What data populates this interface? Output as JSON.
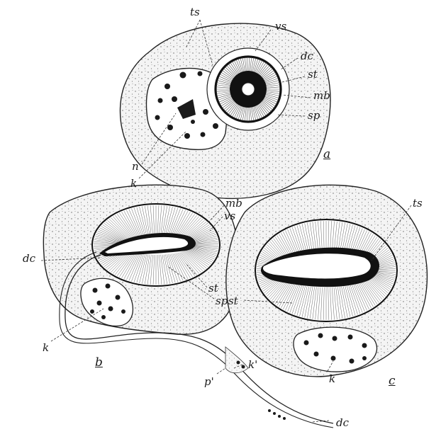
{
  "figure": {
    "panels": [
      {
        "id": "a",
        "label": "a",
        "structures": [
          "ts",
          "vs",
          "dc",
          "st",
          "mb",
          "sp",
          "n",
          "k"
        ]
      },
      {
        "id": "b",
        "label": "b",
        "structures": [
          "mb",
          "vs",
          "dc",
          "st",
          "sp",
          "k",
          "k'",
          "p'",
          "dc"
        ]
      },
      {
        "id": "c",
        "label": "c",
        "structures": [
          "ts",
          "st",
          "k"
        ]
      }
    ],
    "labels": {
      "a_ts": "ts",
      "a_vs": "vs",
      "a_dc": "dc",
      "a_st": "st",
      "a_mb": "mb",
      "a_sp": "sp",
      "a_n": "n",
      "a_k": "k",
      "a_panel": "a",
      "b_mb": "mb",
      "b_vs": "vs",
      "b_dc": "dc",
      "b_st": "st",
      "b_sp": "sp",
      "b_k": "k",
      "b_p": "p'",
      "b_k2": "k'",
      "b_dc2": "dc",
      "b_panel": "b",
      "c_ts": "ts",
      "c_st": "st",
      "c_k": "k",
      "c_panel": "c"
    },
    "colors": {
      "ink": "#1a1a1a",
      "stipple": "#555555",
      "background": "#ffffff",
      "cell_fill": "#f2f2f2"
    }
  }
}
